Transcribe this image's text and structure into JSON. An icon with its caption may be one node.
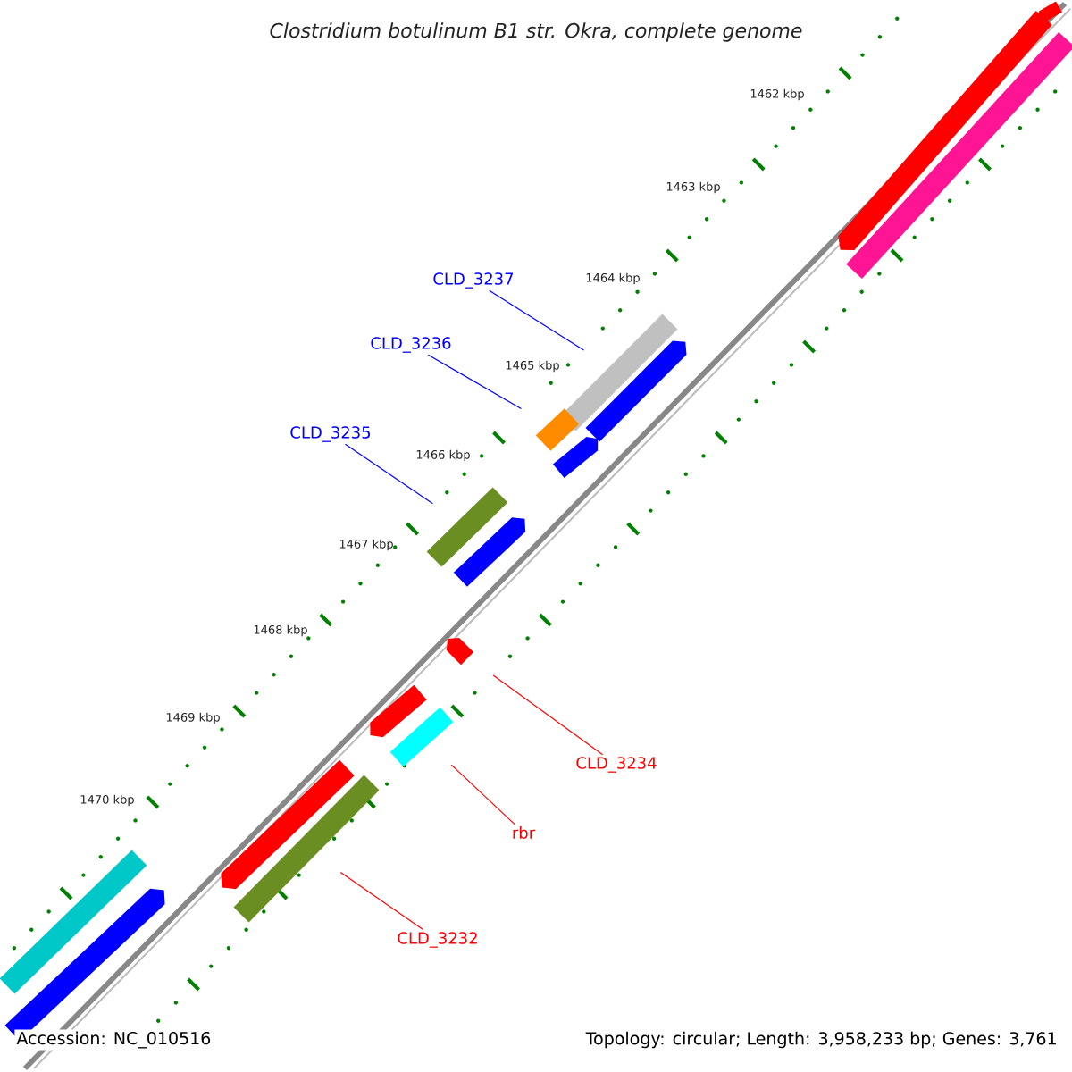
{
  "diagram": {
    "title": "*Clostridium botulinum* B1 str. Okra, complete genome",
    "nodes": [
      {
        "text": [
          "CLD_3237"
        ]
      },
      {
        "text": [],
        "shape": "bar"
      },
      {
        "text": [
          "CLD_3236"
        ]
      },
      {
        "text": [],
        "shape": "bar"
      },
      {
        "text": [
          "CLD_3235"
        ]
      },
      {
        "text": [],
        "shape": "bar"
      },
      {
        "text": [
          "CLD_3234"
        ]
      },
      {
        "text": [],
        "shape": "arrow"
      },
      {
        "text": [
          "rbr"
        ]
      },
      {
        "text": [],
        "shape": "bar"
      },
      {
        "text": [
          "CLD_3232"
        ]
      },
      {
        "text": [],
        "shape": "bar"
      },
      {
        "text": [],
        "shape": "arrow"
      },
      {
        "text": [],
        "shape": "arrow"
      },
      {
        "text": [],
        "shape": "bar"
      },
      {
        "text": [],
        "shape": "arrow"
      },
      {
        "text": [],
        "shape": "arrow"
      },
      {
        "text": [],
        "shape": "arrow"
      },
      {
        "text": [],
        "shape": "arrow"
      },
      {
        "text": [],
        "shape": "arrow"
      },
      {
        "text": [],
        "shape": "bar"
      },
      {
        "text": [],
        "shape": "arrow"
      }
    ],
    "edges": [
      {
        "from": 0,
        "to": 1,
        "arrow": "none",
        "color": "#0000ff"
      },
      {
        "from": 2,
        "to": 3,
        "arrow": "none",
        "color": "#0000ff"
      },
      {
        "from": 4,
        "to": 5,
        "arrow": "none",
        "color": "#0000ff"
      },
      {
        "from": 6,
        "to": 7,
        "arrow": "none",
        "color": "#ff0000"
      },
      {
        "from": 8,
        "to": 9,
        "arrow": "none",
        "color": "#ff0000"
      },
      {
        "from": 10,
        "to": 11,
        "arrow": "none",
        "color": "#ff0000"
      }
    ],
    "labels": [
      "1462 kbp",
      "1463 kbp",
      "1464 kbp",
      "1465 kbp",
      "1466 kbp",
      "1467 kbp",
      "1468 kbp",
      "1469 kbp",
      "1470 kbp",
      "Accession: NC_010516",
      "Topology: circular; Length: 3,958,233 bp; Genes: 3,761"
    ]
  }
}
